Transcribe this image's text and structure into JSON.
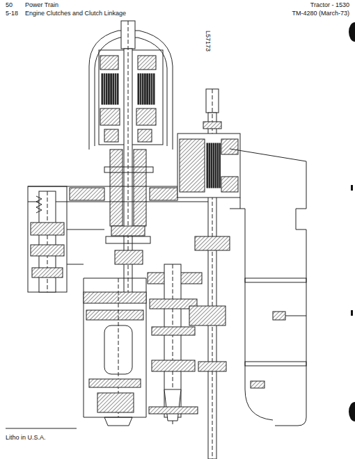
{
  "diagram": {
    "labels": [
      "50",
      "Power Train",
      "5-18",
      "Engine Clutches and Clutch Linkage",
      "Tractor - 1530",
      "TM-4280 (March-73)",
      "L57173",
      "Litho in U.S.A."
    ]
  }
}
